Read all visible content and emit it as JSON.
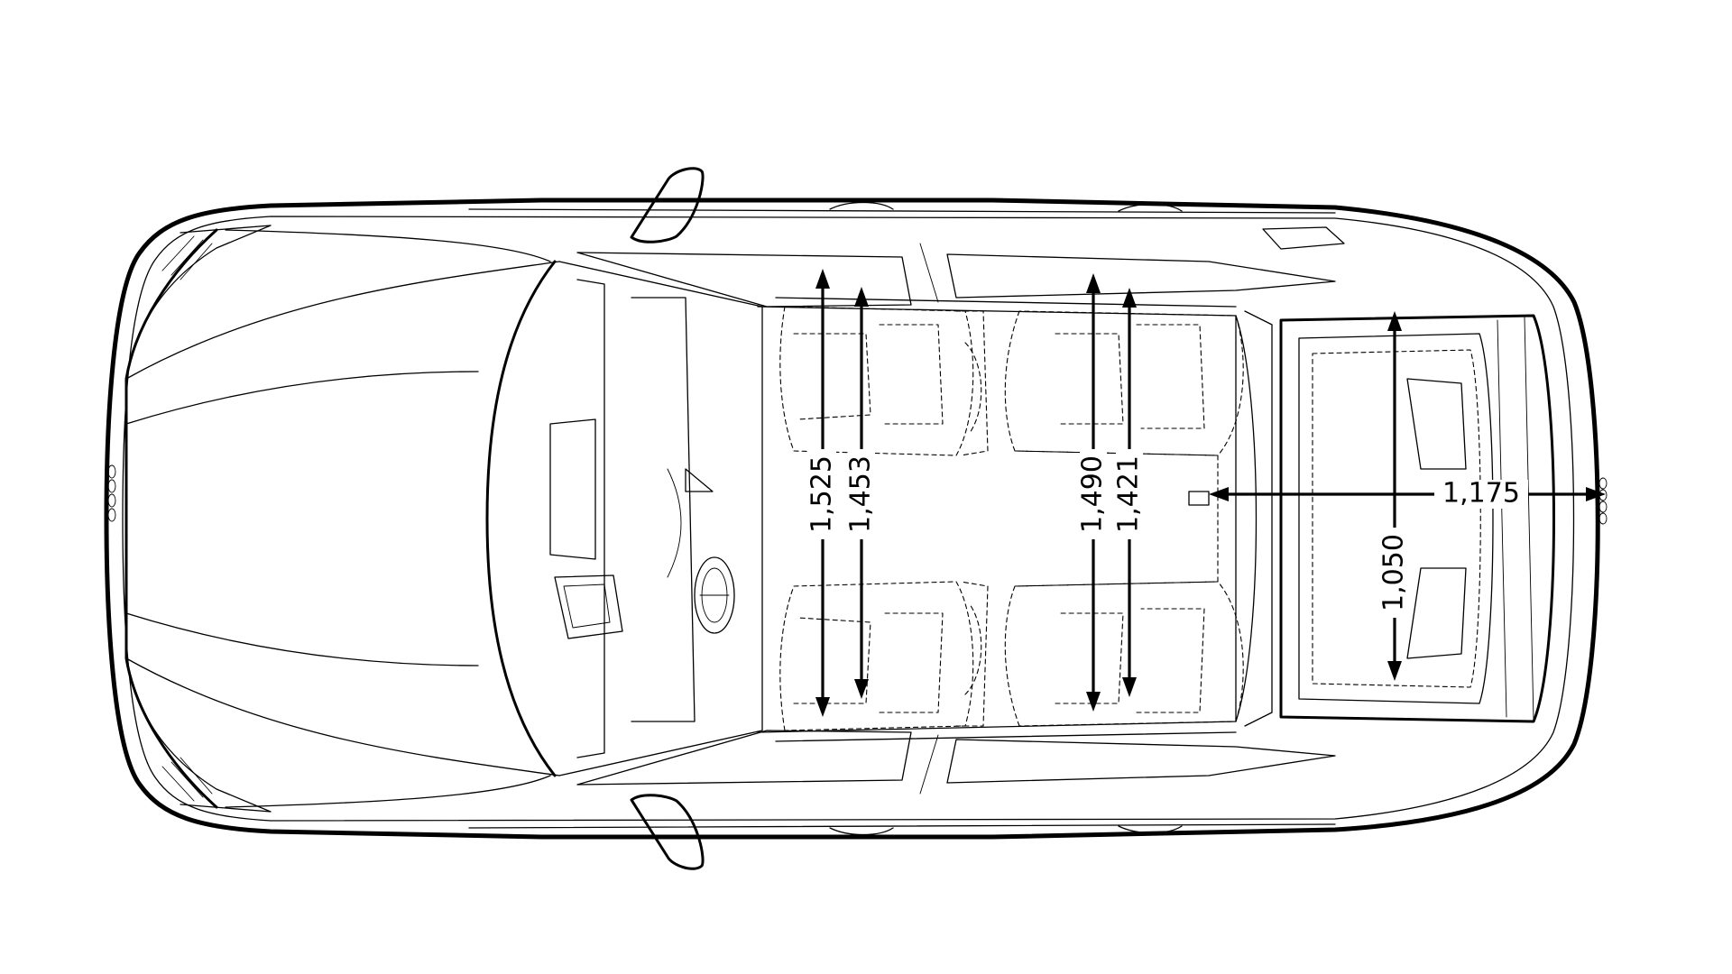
{
  "diagram": {
    "type": "vehicle-top-view-interior-dimensions",
    "dimensions": [
      {
        "id": "front-shoulder-width",
        "value": "1,525"
      },
      {
        "id": "front-elbow-width",
        "value": "1,453"
      },
      {
        "id": "rear-shoulder-width",
        "value": "1,490"
      },
      {
        "id": "rear-elbow-width",
        "value": "1,421"
      },
      {
        "id": "trunk-width",
        "value": "1,050"
      },
      {
        "id": "trunk-length",
        "value": "1,175"
      }
    ]
  }
}
